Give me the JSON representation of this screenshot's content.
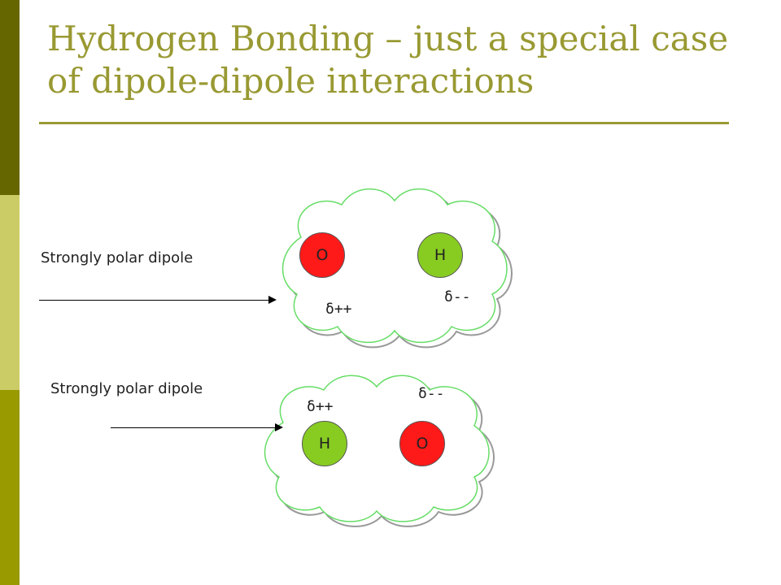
{
  "title": "Hydrogen Bonding – just a special case of dipole-dipole interactions",
  "colors": {
    "sidebar_dark": "#666600",
    "sidebar_light": "#cccc66",
    "sidebar_olive": "#999900",
    "title": "#999933",
    "oxygen": "#ff1a1a",
    "hydrogen": "#88cc22",
    "cloud_outline_front": "#66dd66",
    "cloud_outline_back": "#999999"
  },
  "dipole_top": {
    "label": "Strongly polar dipole",
    "atom_left": "O",
    "atom_right": "H",
    "charge_left": "δ++",
    "charge_right": "δ--"
  },
  "dipole_bottom": {
    "label": "Strongly polar dipole",
    "atom_left": "H",
    "atom_right": "O",
    "charge_left": "δ++",
    "charge_right": "δ--"
  }
}
